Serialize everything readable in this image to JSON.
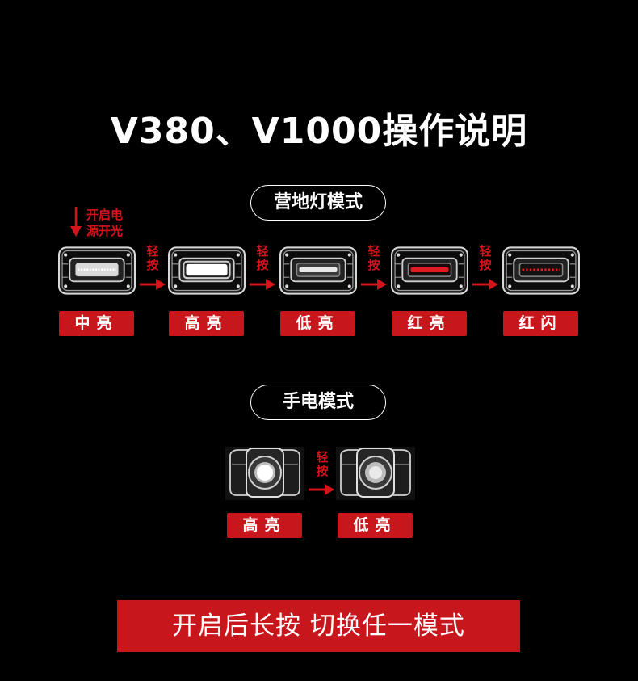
{
  "title": "V380、V1000操作说明",
  "camp": {
    "heading": "营地灯模式",
    "power_note_line1": "开启电",
    "power_note_line2": "源开光",
    "press_note": "轻按",
    "modes": [
      {
        "label": "中亮",
        "led": "white-medium"
      },
      {
        "label": "高亮",
        "led": "white-high"
      },
      {
        "label": "低亮",
        "led": "white-low"
      },
      {
        "label": "红亮",
        "led": "red-solid"
      },
      {
        "label": "红闪",
        "led": "red-flash"
      }
    ]
  },
  "torch": {
    "heading": "手电模式",
    "press_note": "轻按",
    "modes": [
      {
        "label": "高亮"
      },
      {
        "label": "低亮"
      }
    ]
  },
  "footer": "开启后长按  切换任一模式",
  "colors": {
    "accent": "#c8161d",
    "background": "#000000",
    "text": "#ffffff"
  }
}
